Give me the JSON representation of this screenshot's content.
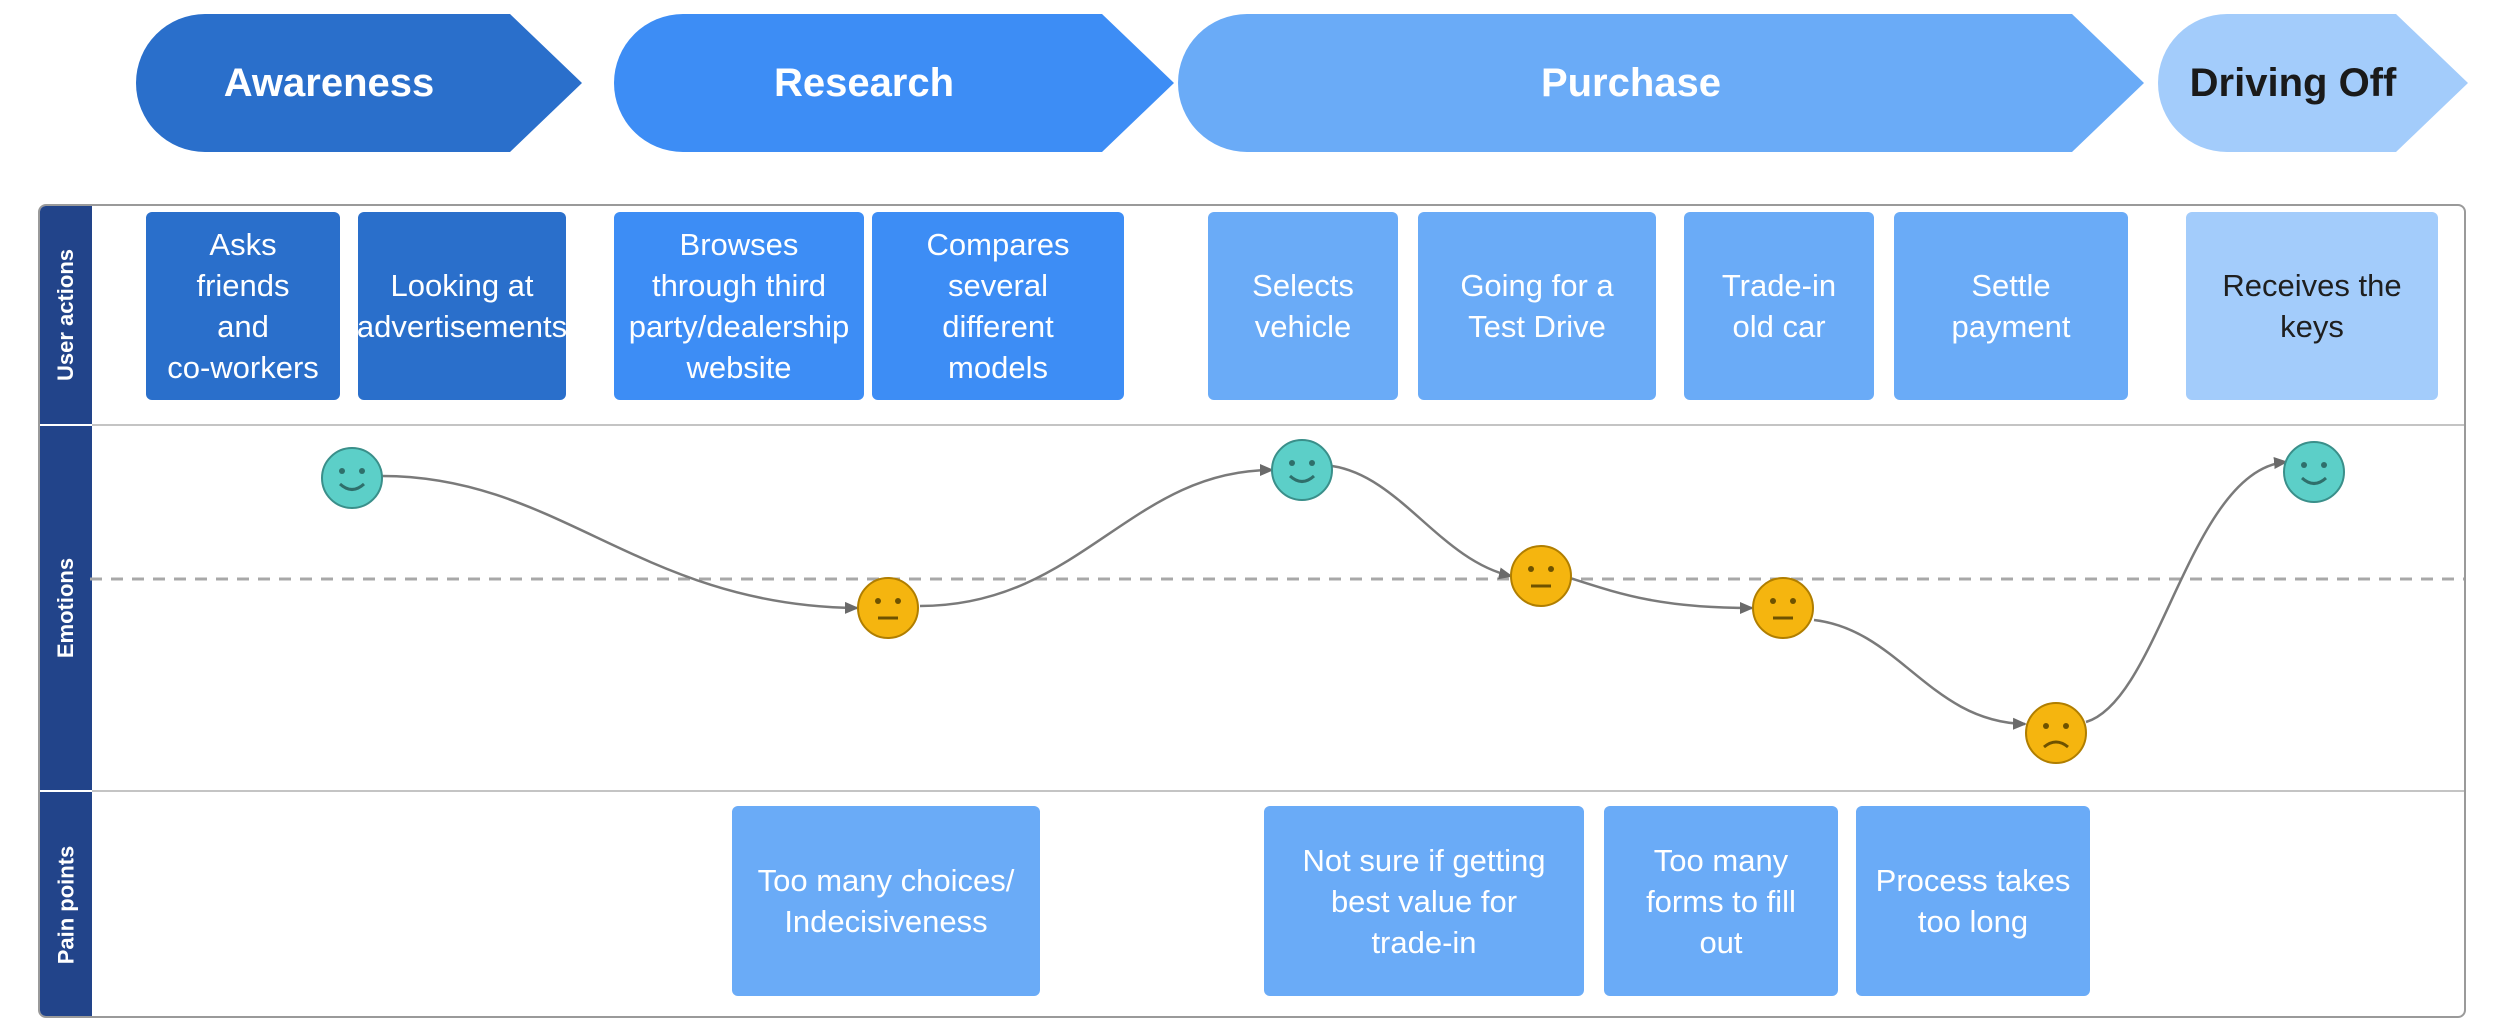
{
  "phases": {
    "awareness": "Awareness",
    "research": "Research",
    "purchase": "Purchase",
    "driving_off": "Driving Off"
  },
  "lanes": {
    "user_actions": "User actions",
    "emotions": "Emotions",
    "pain_points": "Pain points"
  },
  "user_actions": [
    "Asks\nfriends\nand\nco-workers",
    "Looking at\nadvertisements",
    "Browses\nthrough third\nparty/dealership\nwebsite",
    "Compares\nseveral\ndifferent\nmodels",
    "Selects\nvehicle",
    "Going for a\nTest Drive",
    "Trade-in\nold car",
    "Settle\npayment",
    "Receives the\nkeys"
  ],
  "emotions": [
    {
      "mood": "happy",
      "icon": "happy-face-icon",
      "color": "#5ccfc8"
    },
    {
      "mood": "neutral",
      "icon": "neutral-face-icon",
      "color": "#f5b50f"
    },
    {
      "mood": "happy",
      "icon": "happy-face-icon",
      "color": "#5ccfc8"
    },
    {
      "mood": "neutral",
      "icon": "neutral-face-icon",
      "color": "#f5b50f"
    },
    {
      "mood": "neutral",
      "icon": "neutral-face-icon",
      "color": "#f5b50f"
    },
    {
      "mood": "sad",
      "icon": "sad-face-icon",
      "color": "#f5b50f"
    },
    {
      "mood": "happy",
      "icon": "happy-face-icon",
      "color": "#5ccfc8"
    }
  ],
  "pain_points": [
    "Too many choices/\nIndecisiveness",
    "Not sure if getting\nbest value for\ntrade-in",
    "Too many\nforms to fill\nout",
    "Process takes\ntoo long"
  ],
  "colors": {
    "phase_awareness": "#2a6fcb",
    "phase_research": "#3d8df5",
    "phase_purchase": "#6aabf7",
    "phase_driving_off": "#a3ccfb",
    "lane_label_bg": "#22448a",
    "happy": "#5ccfc8",
    "neutral": "#f5b50f"
  }
}
